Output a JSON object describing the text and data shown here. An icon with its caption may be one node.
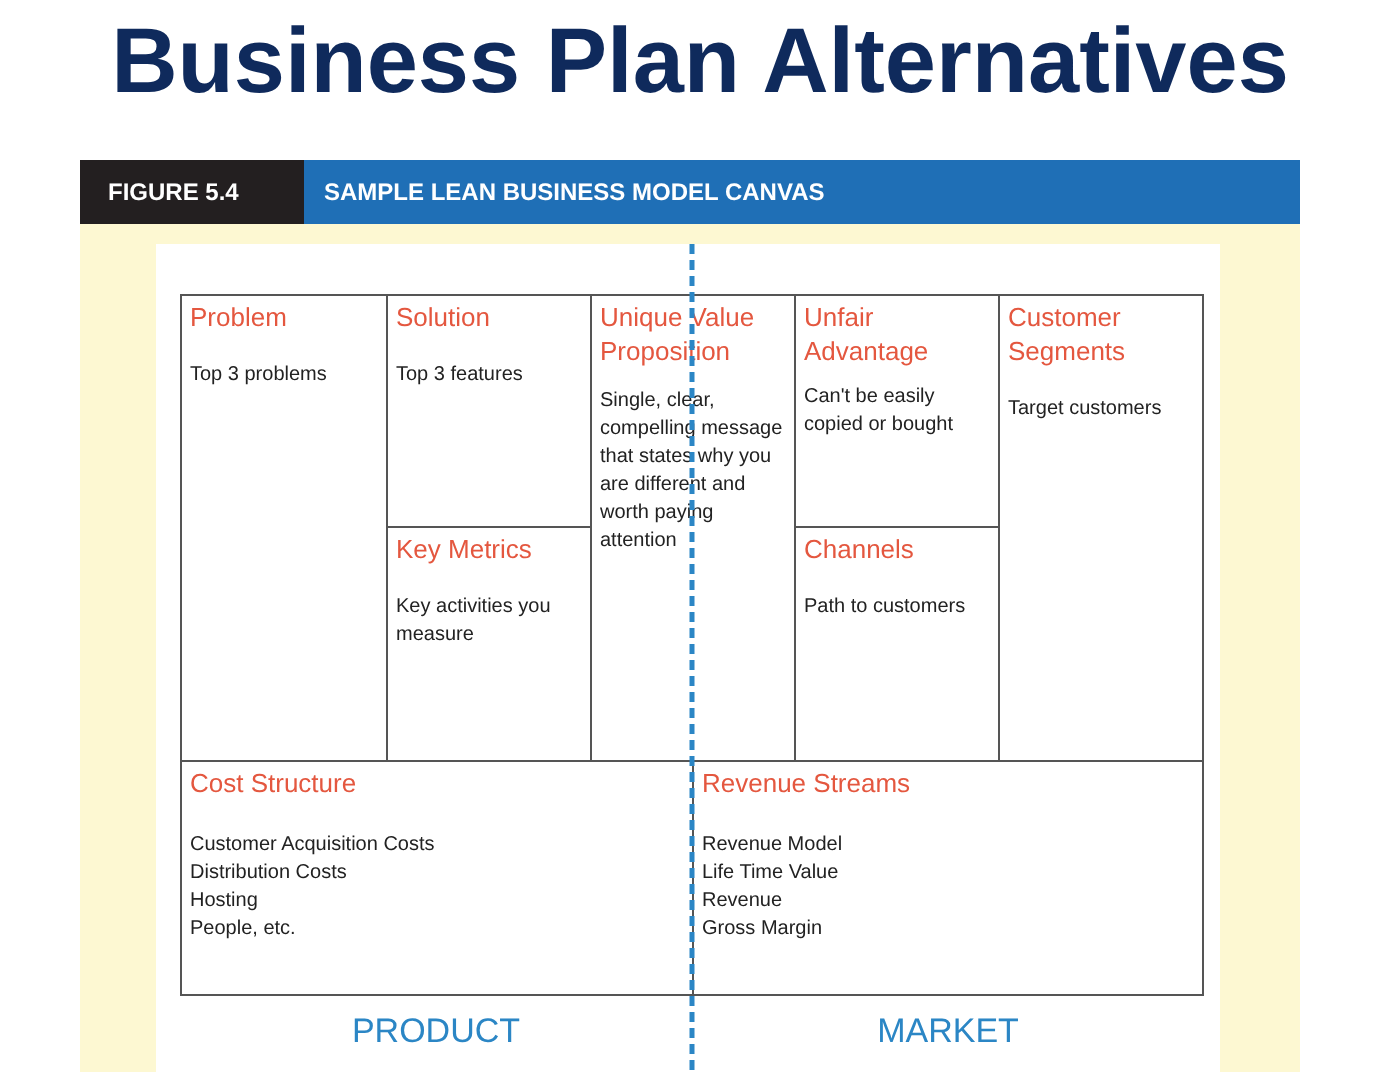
{
  "diagram": {
    "title": "Business Plan Alternatives",
    "nodes": [
      {
        "text": [
          "Problem",
          "Top 3 problems"
        ]
      },
      {
        "text": [
          "Solution",
          "Top 3 features"
        ]
      },
      {
        "text": [
          "Unique Value Proposition",
          "Single, clear, compelling message that states why you are different and worth paying attention"
        ]
      },
      {
        "text": [
          "Unfair Advantage",
          "Can't be easily copied or bought"
        ]
      },
      {
        "text": [
          "Customer Segments",
          "Target customers"
        ]
      },
      {
        "text": [
          "Key Metrics",
          "Key activities you measure"
        ]
      },
      {
        "text": [
          "Channels",
          "Path to customers"
        ]
      },
      {
        "text": [
          "Cost Structure",
          "Customer Acquisition Costs",
          "Distribution Costs",
          "Hosting",
          "People, etc."
        ]
      },
      {
        "text": [
          "Revenue Streams",
          "Revenue Model",
          "Life Time Value",
          "Revenue",
          "Gross Margin"
        ]
      }
    ],
    "edges": [],
    "labels": [
      "FIGURE 5.4",
      "SAMPLE LEAN BUSINESS MODEL CANVAS",
      "PRODUCT",
      "MARKET"
    ]
  }
}
